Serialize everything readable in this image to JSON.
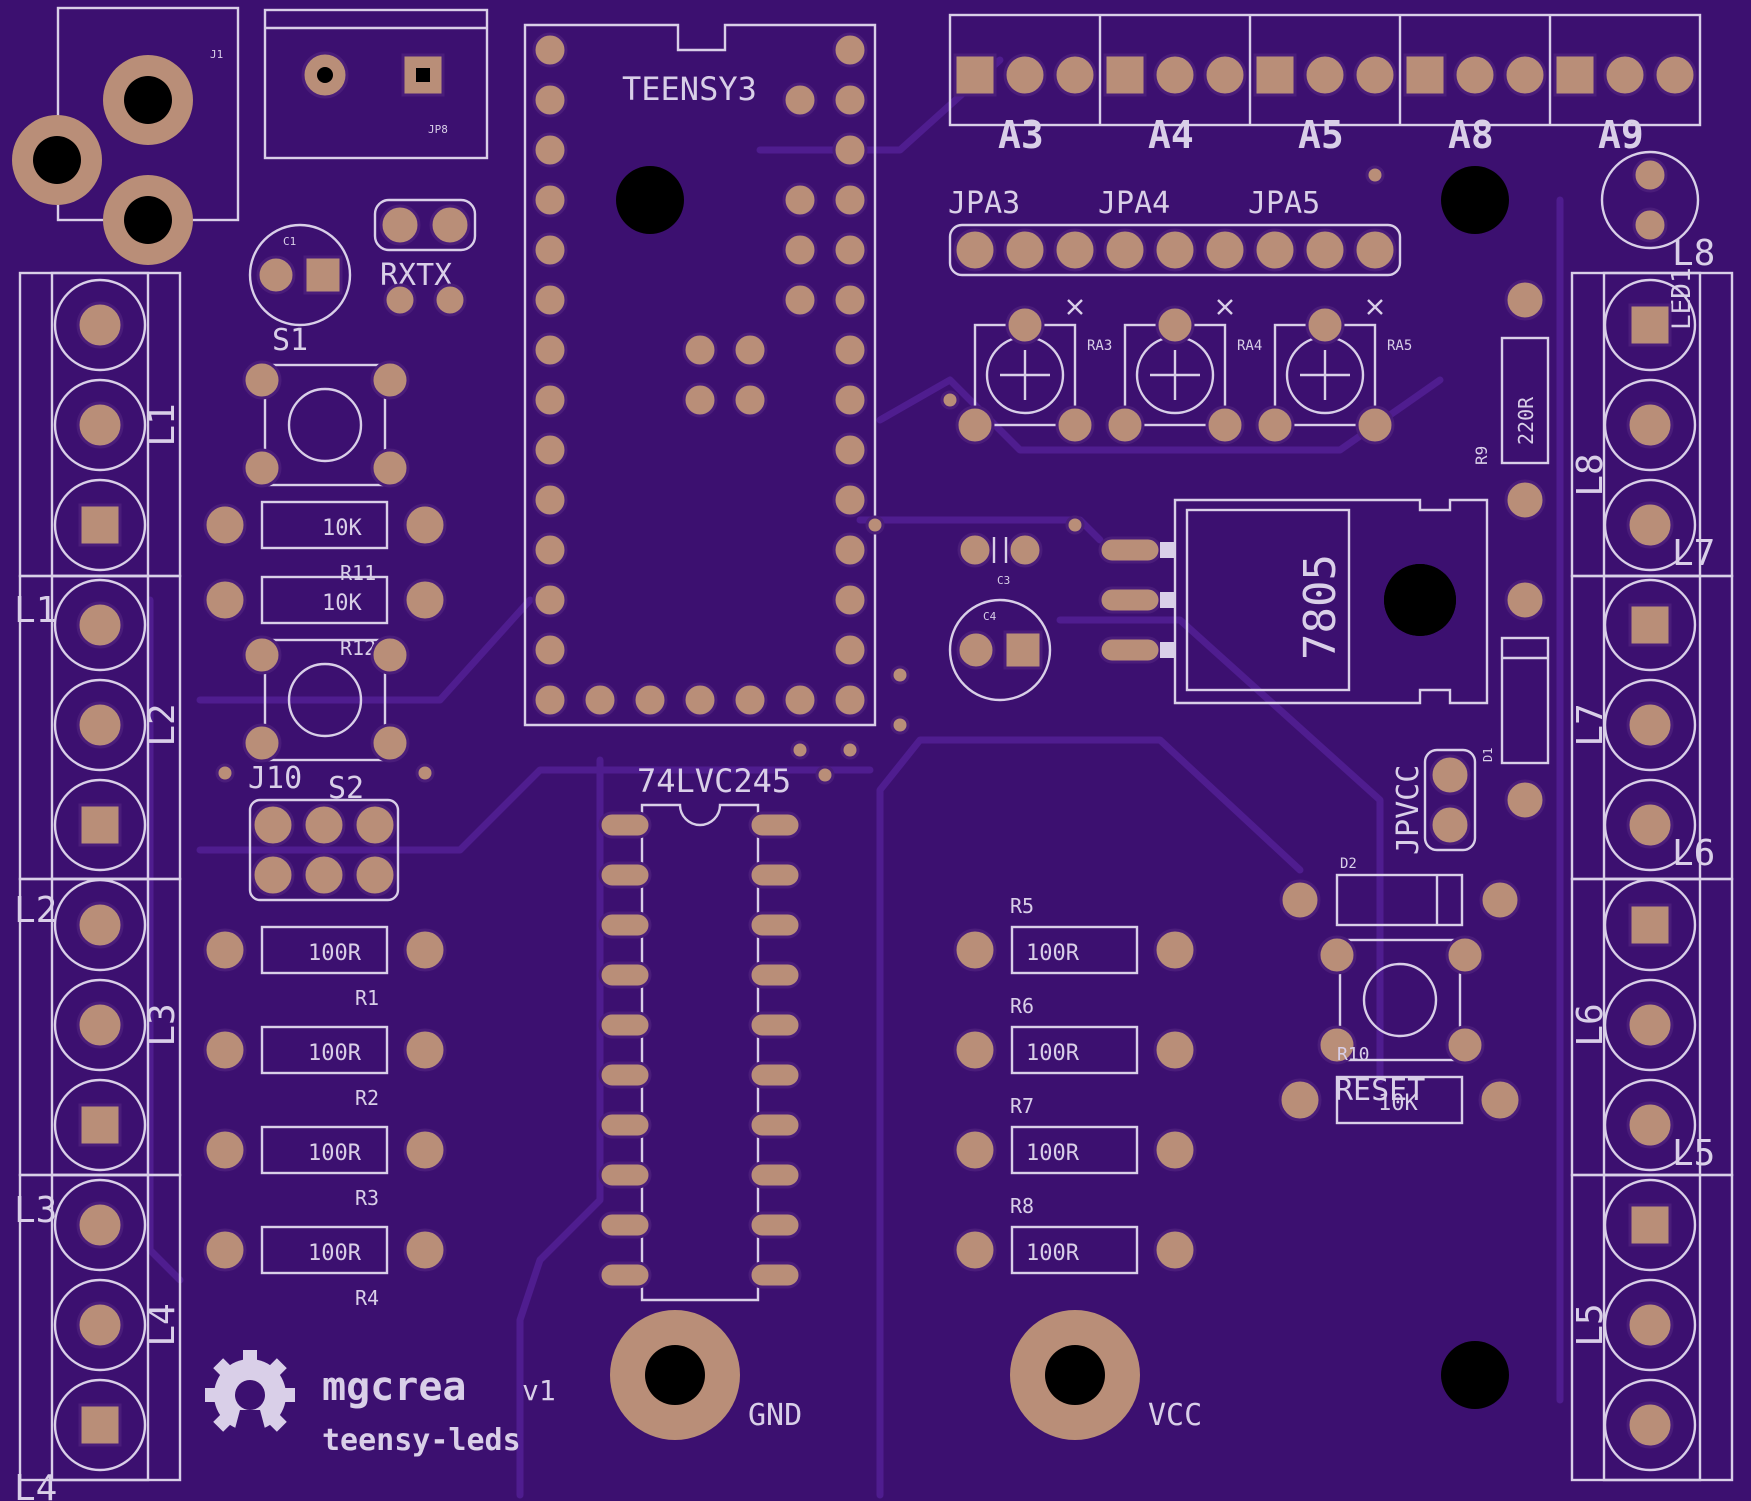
{
  "board": {
    "brand": "mgcrea",
    "version": "v1",
    "project": "teensy-leds",
    "colors": {
      "substrate": "#3c1070",
      "silkscreen": "#d9cfe8",
      "copper": "#b98e78"
    }
  },
  "labels": {
    "J1": "J1",
    "JP8": "JP8",
    "C1": "C1",
    "RXTX": "RXTX",
    "S1": "S1",
    "S2": "S2",
    "J10": "J10",
    "teensy": "TEENSY3",
    "ic": "74LVC245",
    "A3": "A3",
    "A4": "A4",
    "A5": "A5",
    "A8": "A8",
    "A9": "A9",
    "JPA3": "JPA3",
    "JPA4": "JPA4",
    "JPA5": "JPA5",
    "RA3": "RA3",
    "RA4": "RA4",
    "RA5": "RA5",
    "R9": "R9",
    "R9v": "220R",
    "LED1": "LED1",
    "C3": "C3",
    "C4": "C4",
    "reg": "7805",
    "D1": "D1",
    "D2": "D2",
    "JPVCC": "JPVCC",
    "R10": "R10",
    "R10v": "10K",
    "RESET": "RESET",
    "R11": "R11",
    "R12": "R12",
    "R11v": "10K",
    "R12v": "10K",
    "R1": "R1",
    "R2": "R2",
    "R3": "R3",
    "R4": "R4",
    "R5": "R5",
    "R6": "R6",
    "R7": "R7",
    "R8": "R8",
    "r100": "100R",
    "GND": "GND",
    "VCC": "VCC",
    "L1": "L1",
    "L2": "L2",
    "L3": "L3",
    "L4": "L4",
    "L5": "L5",
    "L6": "L6",
    "L7": "L7",
    "L8": "L8"
  }
}
